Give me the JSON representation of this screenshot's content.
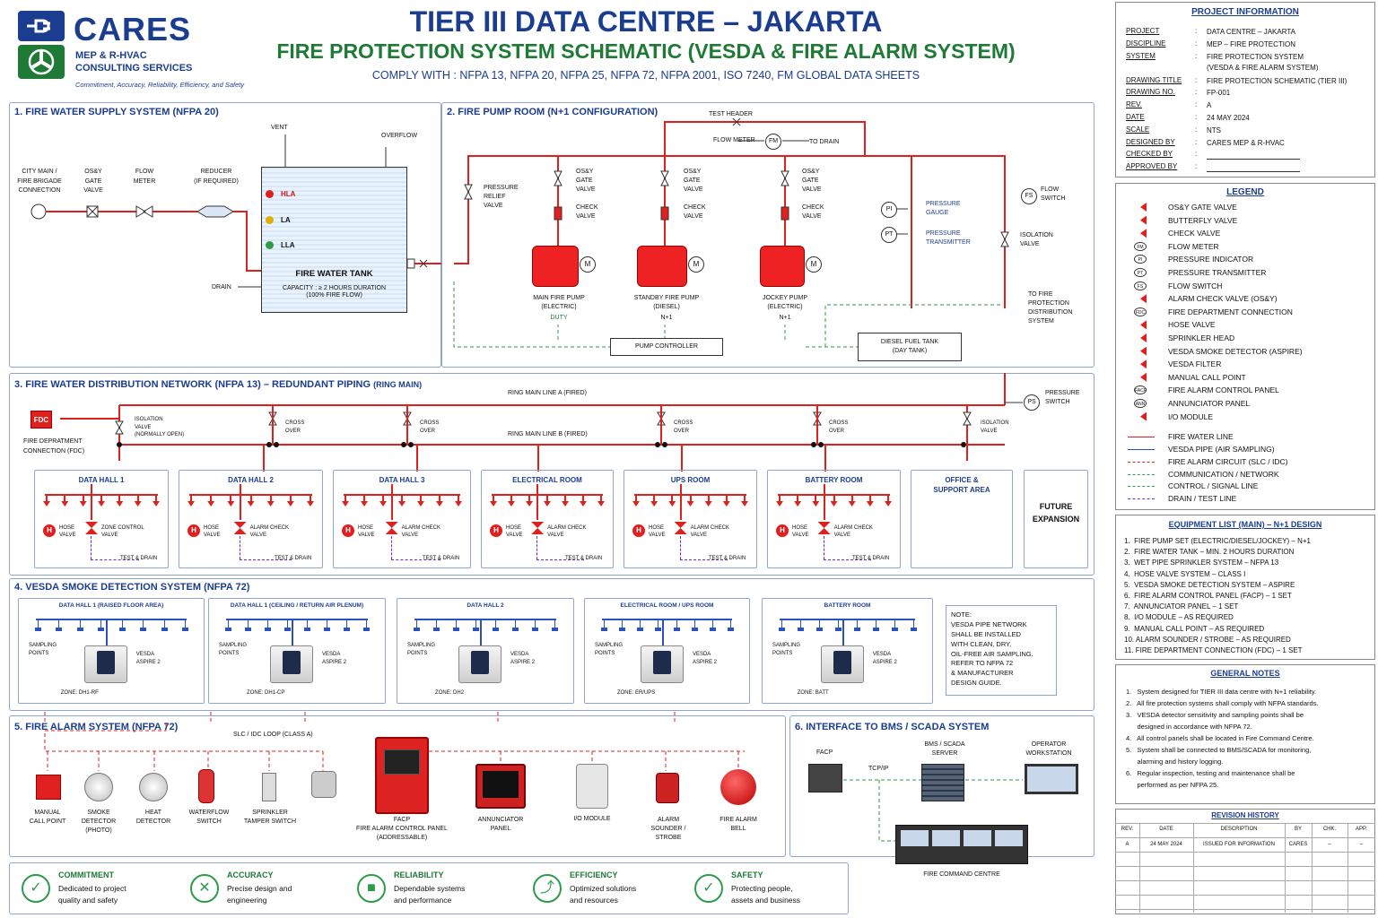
{
  "header": {
    "logo_text": "CARES",
    "logo_sub1": "MEP & R-HVAC",
    "logo_sub2": "CONSULTING SERVICES",
    "tagline": "Commitment, Accuracy, Reliability, Efficiency, and Safety",
    "title": "TIER III DATA CENTRE – JAKARTA",
    "subtitle": "FIRE PROTECTION SYSTEM SCHEMATIC (VESDA & FIRE ALARM SYSTEM)",
    "comply": "COMPLY WITH : NFPA 13, NFPA 20, NFPA 25, NFPA 72, NFPA 2001, ISO 7240, FM GLOBAL DATA SHEETS"
  },
  "s1": {
    "title": "1. FIRE WATER SUPPLY SYSTEM (NFPA 20)",
    "city": "CITY MAIN /\nFIRE BRIGADE\nCONNECTION",
    "osy": "OS&Y\nGATE\nVALVE",
    "flow": "FLOW\nMETER",
    "reducer": "REDUCER\n(IF REQUIRED)",
    "vent": "VENT",
    "overflow": "OVERFLOW",
    "hla": "HLA",
    "la": "LA",
    "lla": "LLA",
    "tank": "FIRE WATER TANK",
    "capacity": "CAPACITY : ≥ 2 HOURS DURATION\n(100% FIRE FLOW)",
    "drain": "DRAIN"
  },
  "s2": {
    "title": "2. FIRE PUMP ROOM (N+1 CONFIGURATION)",
    "test_header": "TEST HEADER",
    "flow_meter": "FLOW METER",
    "fm": "FM",
    "to_drain": "TO DRAIN",
    "prv": "PRESSURE\nRELIEF\nVALVE",
    "osy": "OS&Y\nGATE\nVALVE",
    "check": "CHECK\nVALVE",
    "m": "M",
    "pumps": [
      {
        "name": "MAIN FIRE PUMP\n(ELECTRIC)",
        "tag": "DUTY"
      },
      {
        "name": "STANDBY FIRE PUMP\n(DIESEL)",
        "tag": "N+1"
      },
      {
        "name": "JOCKEY PUMP\n(ELECTRIC)",
        "tag": "N+1"
      }
    ],
    "pi": "PI",
    "pt": "PT",
    "fs": "FS",
    "pg": "PRESSURE\nGAUGE",
    "ptr": "PRESSURE\nTRANSMITTER",
    "flow_switch": "FLOW\nSWITCH",
    "iso": "ISOLATION\nVALVE",
    "to_fire": "TO FIRE\nPROTECTION\nDISTRIBUTION\nSYSTEM",
    "controller": "PUMP CONTROLLER",
    "diesel": "DIESEL FUEL TANK\n(DAY TANK)"
  },
  "s3": {
    "title": "3. FIRE WATER DISTRIBUTION NETWORK (NFPA 13) – REDUNDANT PIPING",
    "title_suffix": "(RING MAIN)",
    "line_a": "RING MAIN LINE A (FIRED)",
    "line_b": "RING MAIN LINE B (FIRED)",
    "fdc": "FDC",
    "fdc_label": "FIRE DEPRATMENT\nCONNECTION (FDC)",
    "iso_open": "ISOLATION\nVALVE\n(NORMALLY OPEN)",
    "cross": [
      "CROSS\nOVER",
      "CROSS\nOVER",
      "CROSS\nOVER",
      "CROSS\nOVER"
    ],
    "iso_valve": "ISOLATION\nVALVE",
    "ps": "PS",
    "pswitch": "PRESSURE\nSWITCH",
    "hose": "HOSE\nVALVE",
    "h": "H",
    "test": "TEST & DRAIN",
    "rooms": [
      {
        "name": "DATA HALL 1",
        "valve": "ZONE CONTROL\nVALVE"
      },
      {
        "name": "DATA HALL 2",
        "valve": "ALARM CHECK\nVALVE"
      },
      {
        "name": "DATA HALL 3",
        "valve": "ALARM CHECK\nVALVE"
      },
      {
        "name": "ELECTRICAL ROOM",
        "valve": "ALARM CHECK\nVALVE"
      },
      {
        "name": "UPS ROOM",
        "valve": "ALARM CHECK\nVALVE"
      },
      {
        "name": "BATTERY ROOM",
        "valve": "ALARM CHECK\nVALVE"
      }
    ],
    "office": "OFFICE &\nSUPPORT AREA",
    "future": "FUTURE\nEXPANSION"
  },
  "s4": {
    "title": "4. VESDA SMOKE DETECTION SYSTEM (NFPA 72)",
    "sampling": "SAMPLING\nPOINTS",
    "vesda": "VESDA\nASPIRE 2",
    "zones": [
      {
        "name": "DATA HALL 1 (RAISED FLOOR AREA)",
        "zone": "ZONE: DH1-RF"
      },
      {
        "name": "DATA HALL 1 (CEILING / RETURN AIR PLENUM)",
        "zone": "ZONE: DH1-CP"
      },
      {
        "name": "DATA HALL 2",
        "zone": "ZONE: DH2"
      },
      {
        "name": "ELECTRICAL ROOM / UPS ROOM",
        "zone": "ZONE: ER/UPS"
      },
      {
        "name": "BATTERY ROOM",
        "zone": "ZONE: BATT"
      }
    ],
    "note": "NOTE:\nVESDA PIPE NETWORK\nSHALL BE INSTALLED\nWITH CLEAN, DRY,\nOIL-FREE AIR SAMPLING.\nREFER TO NFPA 72\n& MANUFACTURER\nDESIGN GUIDE."
  },
  "s5": {
    "title": "5. FIRE ALARM SYSTEM (NFPA 72)",
    "loop": "SLC / IDC LOOP (CLASS A)",
    "devices": [
      "MANUAL\nCALL POINT",
      "SMOKE\nDETECTOR\n(PHOTO)",
      "HEAT\nDETECTOR",
      "WATERFLOW\nSWITCH",
      "SPRINKLER\nTAMPER SWITCH"
    ],
    "facp": "FACP\nFIRE ALARM CONTROL PANEL\n(ADDRESSABLE)",
    "ann": "ANNUNCIATOR\nPANEL",
    "io": "I/O MODULE",
    "sounder": "ALARM\nSOUNDER /\nSTROBE",
    "bell": "FIRE ALARM\nBELL"
  },
  "s6": {
    "title": "6. INTERFACE TO BMS / SCADA SYSTEM",
    "facp": "FACP",
    "tcp": "TCP/IP",
    "bms": "BMS / SCADA\nSERVER",
    "op": "OPERATOR\nWORKSTATION",
    "fcc": "FIRE COMMAND CENTRE"
  },
  "footer": [
    {
      "title": "COMMITMENT",
      "text": "Dedicated to project\nquality and safety",
      "icon": "clipboard-icon"
    },
    {
      "title": "ACCURACY",
      "text": "Precise design and\nengineering",
      "icon": "tools-icon"
    },
    {
      "title": "RELIABILITY",
      "text": "Dependable systems\nand performance",
      "icon": "lock-icon"
    },
    {
      "title": "EFFICIENCY",
      "text": "Optimized solutions\nand resources",
      "icon": "handshake-icon"
    },
    {
      "title": "SAFETY",
      "text": "Protecting people,\nassets and business",
      "icon": "shield-icon"
    }
  ],
  "project": {
    "title": "PROJECT INFORMATION",
    "rows": [
      {
        "k": "PROJECT",
        "v": "DATA CENTRE – JAKARTA"
      },
      {
        "k": "DISCIPLINE",
        "v": "MEP – FIRE PROTECTION"
      },
      {
        "k": "SYSTEM",
        "v": "FIRE PROTECTION SYSTEM\n(VESDA & FIRE ALARM SYSTEM)"
      },
      {
        "k": "DRAWING TITLE",
        "v": "FIRE PROTECTION SCHEMATIC (TIER III)"
      },
      {
        "k": "DRAWING NO.",
        "v": "FP-001"
      },
      {
        "k": "REV.",
        "v": "A"
      },
      {
        "k": "DATE",
        "v": "24 MAY 2024"
      },
      {
        "k": "SCALE",
        "v": "NTS"
      },
      {
        "k": "DESIGNED BY",
        "v": "CARES MEP & R-HVAC"
      },
      {
        "k": "CHECKED BY",
        "v": ""
      },
      {
        "k": "APPROVED BY",
        "v": ""
      }
    ]
  },
  "legend": {
    "title": "LEGEND",
    "items": [
      "OS&Y GATE VALVE",
      "BUTTERFLY VALVE",
      "CHECK VALVE",
      "FLOW METER",
      "PRESSURE INDICATOR",
      "PRESSURE TRANSMITTER",
      "FLOW SWITCH",
      "ALARM CHECK VALVE (OS&Y)",
      "FIRE DEPARTMENT CONNECTION",
      "HOSE VALVE",
      "SPRINKLER HEAD",
      "VESDA SMOKE DETECTOR (ASPIRE)",
      "VESDA FILTER",
      "MANUAL CALL POINT",
      "FIRE ALARM CONTROL PANEL",
      "ANNUNCIATOR PANEL",
      "I/O MODULE"
    ],
    "icon_text": [
      "",
      "",
      "",
      "FM",
      "PI",
      "PT",
      "FS",
      "",
      "FDC",
      "",
      "",
      "",
      "",
      "",
      "FACP",
      "ANN",
      ""
    ],
    "lines": [
      {
        "label": "FIRE WATER LINE",
        "color": "#e01f1f",
        "style": "solid"
      },
      {
        "label": "VESDA PIPE (AIR SAMPLING)",
        "color": "#2a52be",
        "style": "solid"
      },
      {
        "label": "FIRE ALARM CIRCUIT (SLC / IDC)",
        "color": "#e01f1f",
        "style": "dashed"
      },
      {
        "label": "COMMUNICATION / NETWORK",
        "color": "#2e9a4a",
        "style": "dashed"
      },
      {
        "label": "CONTROL / SIGNAL LINE",
        "color": "#2e9a4a",
        "style": "dashed"
      },
      {
        "label": "DRAIN / TEST LINE",
        "color": "#6a2bd1",
        "style": "dashed"
      }
    ]
  },
  "equipment": {
    "title": "EQUIPMENT LIST (MAIN) – N+1 DESIGN",
    "items": [
      "1.  FIRE PUMP SET (ELECTRIC/DIESEL/JOCKEY) – N+1",
      "2.  FIRE WATER TANK – MIN. 2 HOURS DURATION",
      "3.  WET PIPE SPRINKLER SYSTEM – NFPA 13",
      "4.  HOSE VALVE SYSTEM – CLASS I",
      "5.  VESDA SMOKE DETECTION SYSTEM – ASPIRE",
      "6.  FIRE ALARM CONTROL PANEL (FACP) – 1 SET",
      "7.  ANNUNCIATOR PANEL – 1 SET",
      "8.  I/O MODULE – AS REQUIRED",
      "9.  MANUAL CALL POINT – AS REQUIRED",
      "10. ALARM SOUNDER / STROBE – AS REQUIRED",
      "11. FIRE DEPARTMENT CONNECTION (FDC) – 1 SET"
    ]
  },
  "notes": {
    "title": "GENERAL NOTES",
    "items": [
      "1.   System designed for TIER III data centre with N+1 reliability.",
      "2.   All fire protection systems shall comply with NFPA standards.",
      "3.   VESDA detector sensitivity and sampling points shall be\n      designed in accordance with NFPA 72.",
      "4.   All control panels shall be located in Fire Command Centre.",
      "5.   System shall be connected to BMS/SCADA for monitoring,\n      alarming and history logging.",
      "6.   Regular inspection, testing and maintenance shall be\n      performed as per NFPA 25."
    ]
  },
  "revision": {
    "title": "REVISION HISTORY",
    "headers": [
      "REV.",
      "DATE",
      "DESCRIPTION",
      "BY",
      "CHK.",
      "APP."
    ],
    "rows": [
      [
        "A",
        "24 MAY 2024",
        "ISSUED FOR INFORMATION",
        "CARES",
        "–",
        "–"
      ]
    ]
  }
}
